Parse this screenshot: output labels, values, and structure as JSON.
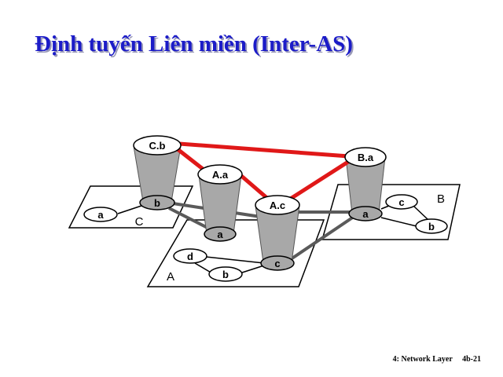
{
  "slide": {
    "title": "Định tuyến Liên miền (Inter-AS)",
    "footer_course": "4: Network Layer",
    "footer_page": "4b-21"
  },
  "diagram": {
    "as_labels": {
      "A": "A",
      "B": "B",
      "C": "C"
    },
    "routers": {
      "A_a": "a",
      "A_b": "b",
      "A_c": "c",
      "A_d": "d",
      "B_a": "a",
      "B_b": "b",
      "B_c": "c",
      "C_a": "a",
      "C_b": "b"
    },
    "gateways": {
      "Cb": "C.b",
      "Aa": "A.a",
      "Ac": "A.c",
      "Ba": "B.a"
    },
    "colors": {
      "inter_as_link": "#e01818",
      "intra_link": "#000000",
      "cylinder": "#a8a8a8",
      "title": "#1c1cc8"
    }
  }
}
